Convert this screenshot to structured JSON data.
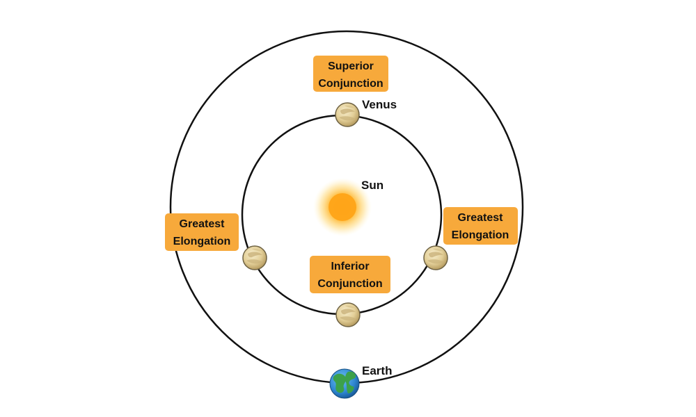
{
  "labels": {
    "venus": "Venus",
    "sun": "Sun",
    "earth": "Earth"
  },
  "tags": {
    "superior": [
      "Superior",
      "Conjunction"
    ],
    "inferior": [
      "Inferior",
      "Conjunction"
    ],
    "elongation_left": [
      "Greatest",
      "Elongation"
    ],
    "elongation_right": [
      "Greatest",
      "Elongation"
    ]
  },
  "colors": {
    "tag_fill": "#F7A93B",
    "orbit_stroke": "#111111",
    "sun_core": "#FFA418",
    "venus": "#E8D7A4",
    "earth_ocean": "#2E86D1",
    "earth_land": "#3CA14A"
  },
  "icons": {
    "sun": "sun-icon",
    "venus": "venus-planet-icon",
    "earth": "earth-globe-icon"
  }
}
